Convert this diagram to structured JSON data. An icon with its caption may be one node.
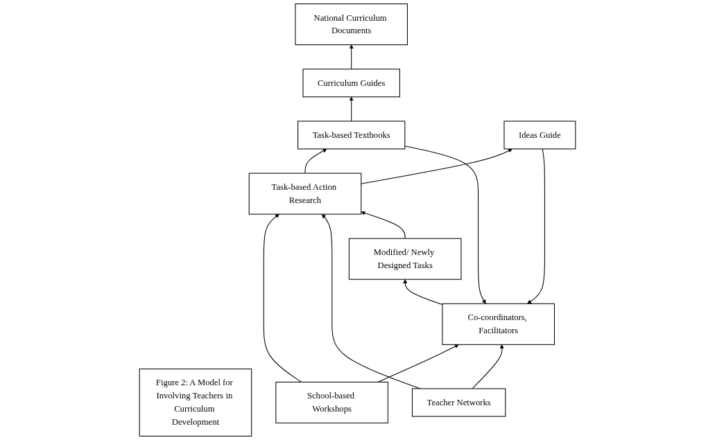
{
  "diagram": {
    "nodes": [
      {
        "text": [
          "National Curriculum Documents"
        ]
      },
      {
        "text": [
          "Co-coordinators, Facilitators"
        ]
      },
      {
        "text": [
          "Figure 2: A Model for Involving Teachers in Curriculum Development"
        ]
      },
      {
        "text": [
          "Curriculum Guides"
        ]
      },
      {
        "text": [
          "School-based Workshops"
        ]
      },
      {
        "text": [
          "Teacher Networks"
        ]
      },
      {
        "text": [
          "Task-based Textbooks"
        ]
      },
      {
        "text": [
          "Ideas Guide"
        ]
      },
      {
        "text": [
          "Modified/ Newly Designed Tasks"
        ]
      },
      {
        "text": [
          "Task-based Action Research"
        ]
      }
    ],
    "edges": [
      {
        "from": 3,
        "to": 0,
        "arrow": "to"
      },
      {
        "from": 6,
        "to": 3,
        "arrow": "to"
      },
      {
        "from": 6,
        "to": 1,
        "arrow": "to"
      },
      {
        "from": 7,
        "to": 1,
        "arrow": "to"
      },
      {
        "from": 4,
        "to": 1,
        "arrow": "to"
      },
      {
        "from": 5,
        "to": 1,
        "arrow": "to"
      },
      {
        "from": 1,
        "to": 8,
        "arrow": "to"
      },
      {
        "from": 4,
        "to": 9,
        "arrow": "to"
      },
      {
        "from": 5,
        "to": 9,
        "arrow": "to"
      },
      {
        "from": 8,
        "to": 9,
        "arrow": "to"
      },
      {
        "from": 9,
        "to": 7,
        "arrow": "to"
      },
      {
        "from": 9,
        "to": 6,
        "arrow": "to"
      }
    ]
  }
}
